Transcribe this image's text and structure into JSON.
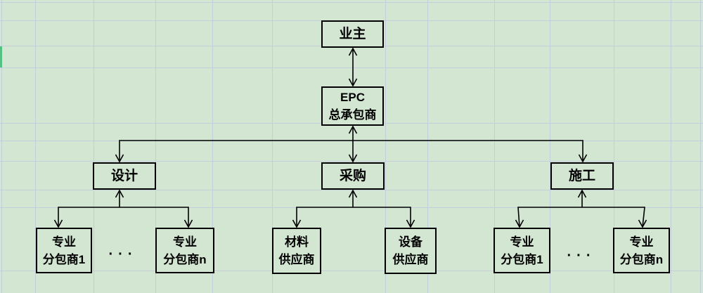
{
  "colors": {
    "cell_fill": "#d2e6d2",
    "grid_line": "#c3cddc",
    "accent_strip": "#54c184",
    "box_border": "#000000",
    "connector": "#000000",
    "text": "#000000"
  },
  "diagram": {
    "ellipsis": "···",
    "nodes": [
      {
        "id": "owner",
        "lines": [
          "业主"
        ]
      },
      {
        "id": "epc-contractor",
        "lines": [
          "EPC",
          "总承包商"
        ]
      },
      {
        "id": "design",
        "lines": [
          "设计"
        ]
      },
      {
        "id": "procurement",
        "lines": [
          "采购"
        ]
      },
      {
        "id": "construction",
        "lines": [
          "施工"
        ]
      },
      {
        "id": "design-subcontractor-1",
        "lines": [
          "专业",
          "分包商1"
        ]
      },
      {
        "id": "design-subcontractor-n",
        "lines": [
          "专业",
          "分包商n"
        ]
      },
      {
        "id": "material-supplier",
        "lines": [
          "材料",
          "供应商"
        ]
      },
      {
        "id": "equipment-supplier",
        "lines": [
          "设备",
          "供应商"
        ]
      },
      {
        "id": "construction-subcontractor-1",
        "lines": [
          "专业",
          "分包商1"
        ]
      },
      {
        "id": "construction-subcontractor-n",
        "lines": [
          "专业",
          "分包商n"
        ]
      }
    ],
    "edges": [
      {
        "from": "owner",
        "to": "epc-contractor",
        "arrows": "both"
      },
      {
        "from": "epc-contractor",
        "to": "design",
        "arrows": "to"
      },
      {
        "from": "epc-contractor",
        "to": "procurement",
        "arrows": "both"
      },
      {
        "from": "epc-contractor",
        "to": "construction",
        "arrows": "to"
      },
      {
        "from": "design",
        "to": "design-subcontractor-1",
        "arrows": "both"
      },
      {
        "from": "design",
        "to": "design-subcontractor-n",
        "arrows": "both"
      },
      {
        "from": "procurement",
        "to": "material-supplier",
        "arrows": "both"
      },
      {
        "from": "procurement",
        "to": "equipment-supplier",
        "arrows": "both"
      },
      {
        "from": "construction",
        "to": "construction-subcontractor-1",
        "arrows": "both"
      },
      {
        "from": "construction",
        "to": "construction-subcontractor-n",
        "arrows": "both"
      }
    ]
  }
}
